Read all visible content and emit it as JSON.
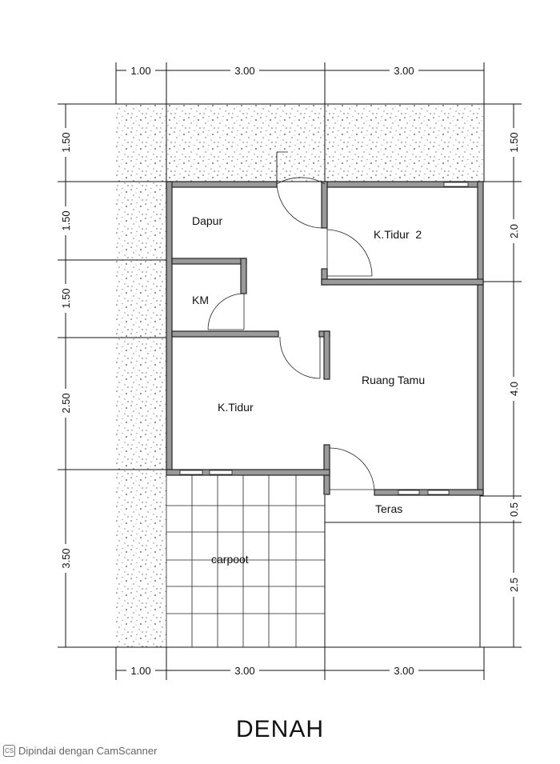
{
  "drawing": {
    "title": "DENAH",
    "footer_text": "Dipindai dengan CamScanner",
    "footer_icon": "CS"
  },
  "rooms": {
    "dapur": "Dapur",
    "kamar_tidur_2": "K.Tidur  2",
    "kamar_mandi": "KM",
    "ruang_tamu": "Ruang Tamu",
    "kamar_tidur": "K.Tidur",
    "teras": "Teras",
    "carport": "carpoot"
  },
  "dimensions": {
    "top": [
      "1.00",
      "3.00",
      "3.00"
    ],
    "bottom": [
      "1.00",
      "3.00",
      "3.00"
    ],
    "left": [
      "1.50",
      "1.50",
      "1.50",
      "2.50",
      "3.50"
    ],
    "right": [
      "1.50",
      "2.0",
      "4.0",
      "0.5",
      "2.5"
    ]
  }
}
